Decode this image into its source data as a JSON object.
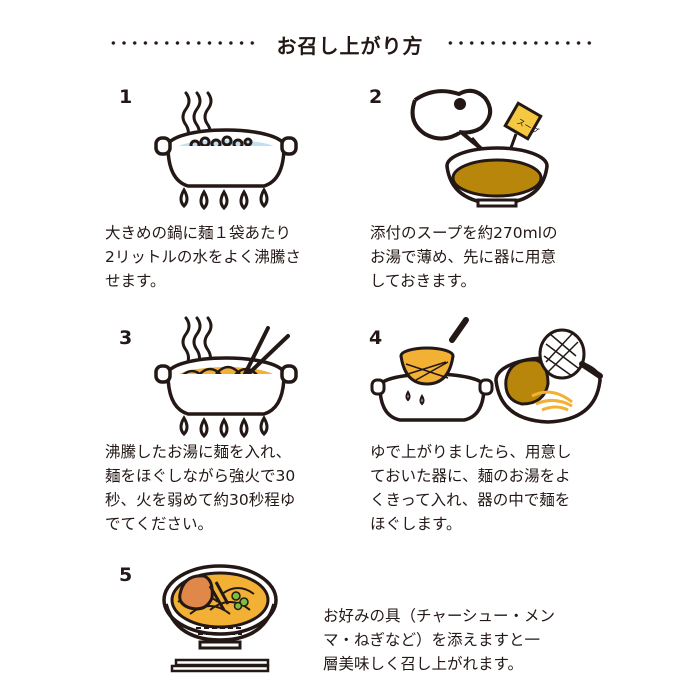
{
  "header": {
    "title": "お召し上がり方"
  },
  "steps": [
    {
      "number": "1",
      "text": "大きめの鍋に麺１袋あたり\n2リットルの水をよく沸騰さ\nせます。",
      "illustration": "boiling-water-pot-icon"
    },
    {
      "number": "2",
      "text": "添付のスープを約270mlの\nお湯で薄め、先に器に用意\nしておきます。",
      "illustration": "kettle-pouring-soup-icon",
      "packet_label": "スープ"
    },
    {
      "number": "3",
      "text": "沸騰したお湯に麺を入れ、\n麺をほぐしながら強火で30\n秒、火を弱めて約30秒程ゆ\nでてください。",
      "illustration": "noodles-in-pot-icon"
    },
    {
      "number": "4",
      "text": "ゆで上がりましたら、用意し\nておいた器に、麺のお湯をよ\nくきって入れ、器の中で麺を\nほぐします。",
      "illustration": "strainer-to-bowl-icon"
    },
    {
      "number": "5",
      "text": "お好みの具（チャーシュー・メン\nマ・ねぎなど）を添えますと一\n層美味しく召し上がれます。",
      "illustration": "ramen-bowl-chopsticks-icon"
    }
  ],
  "colors": {
    "ink": "#231815",
    "water": "#bfe0f2",
    "soup": "#b8860b",
    "noodle": "#f2b134",
    "chashu": "#e0884a",
    "negi": "#7bbf3a",
    "packet": "#f5c842"
  }
}
